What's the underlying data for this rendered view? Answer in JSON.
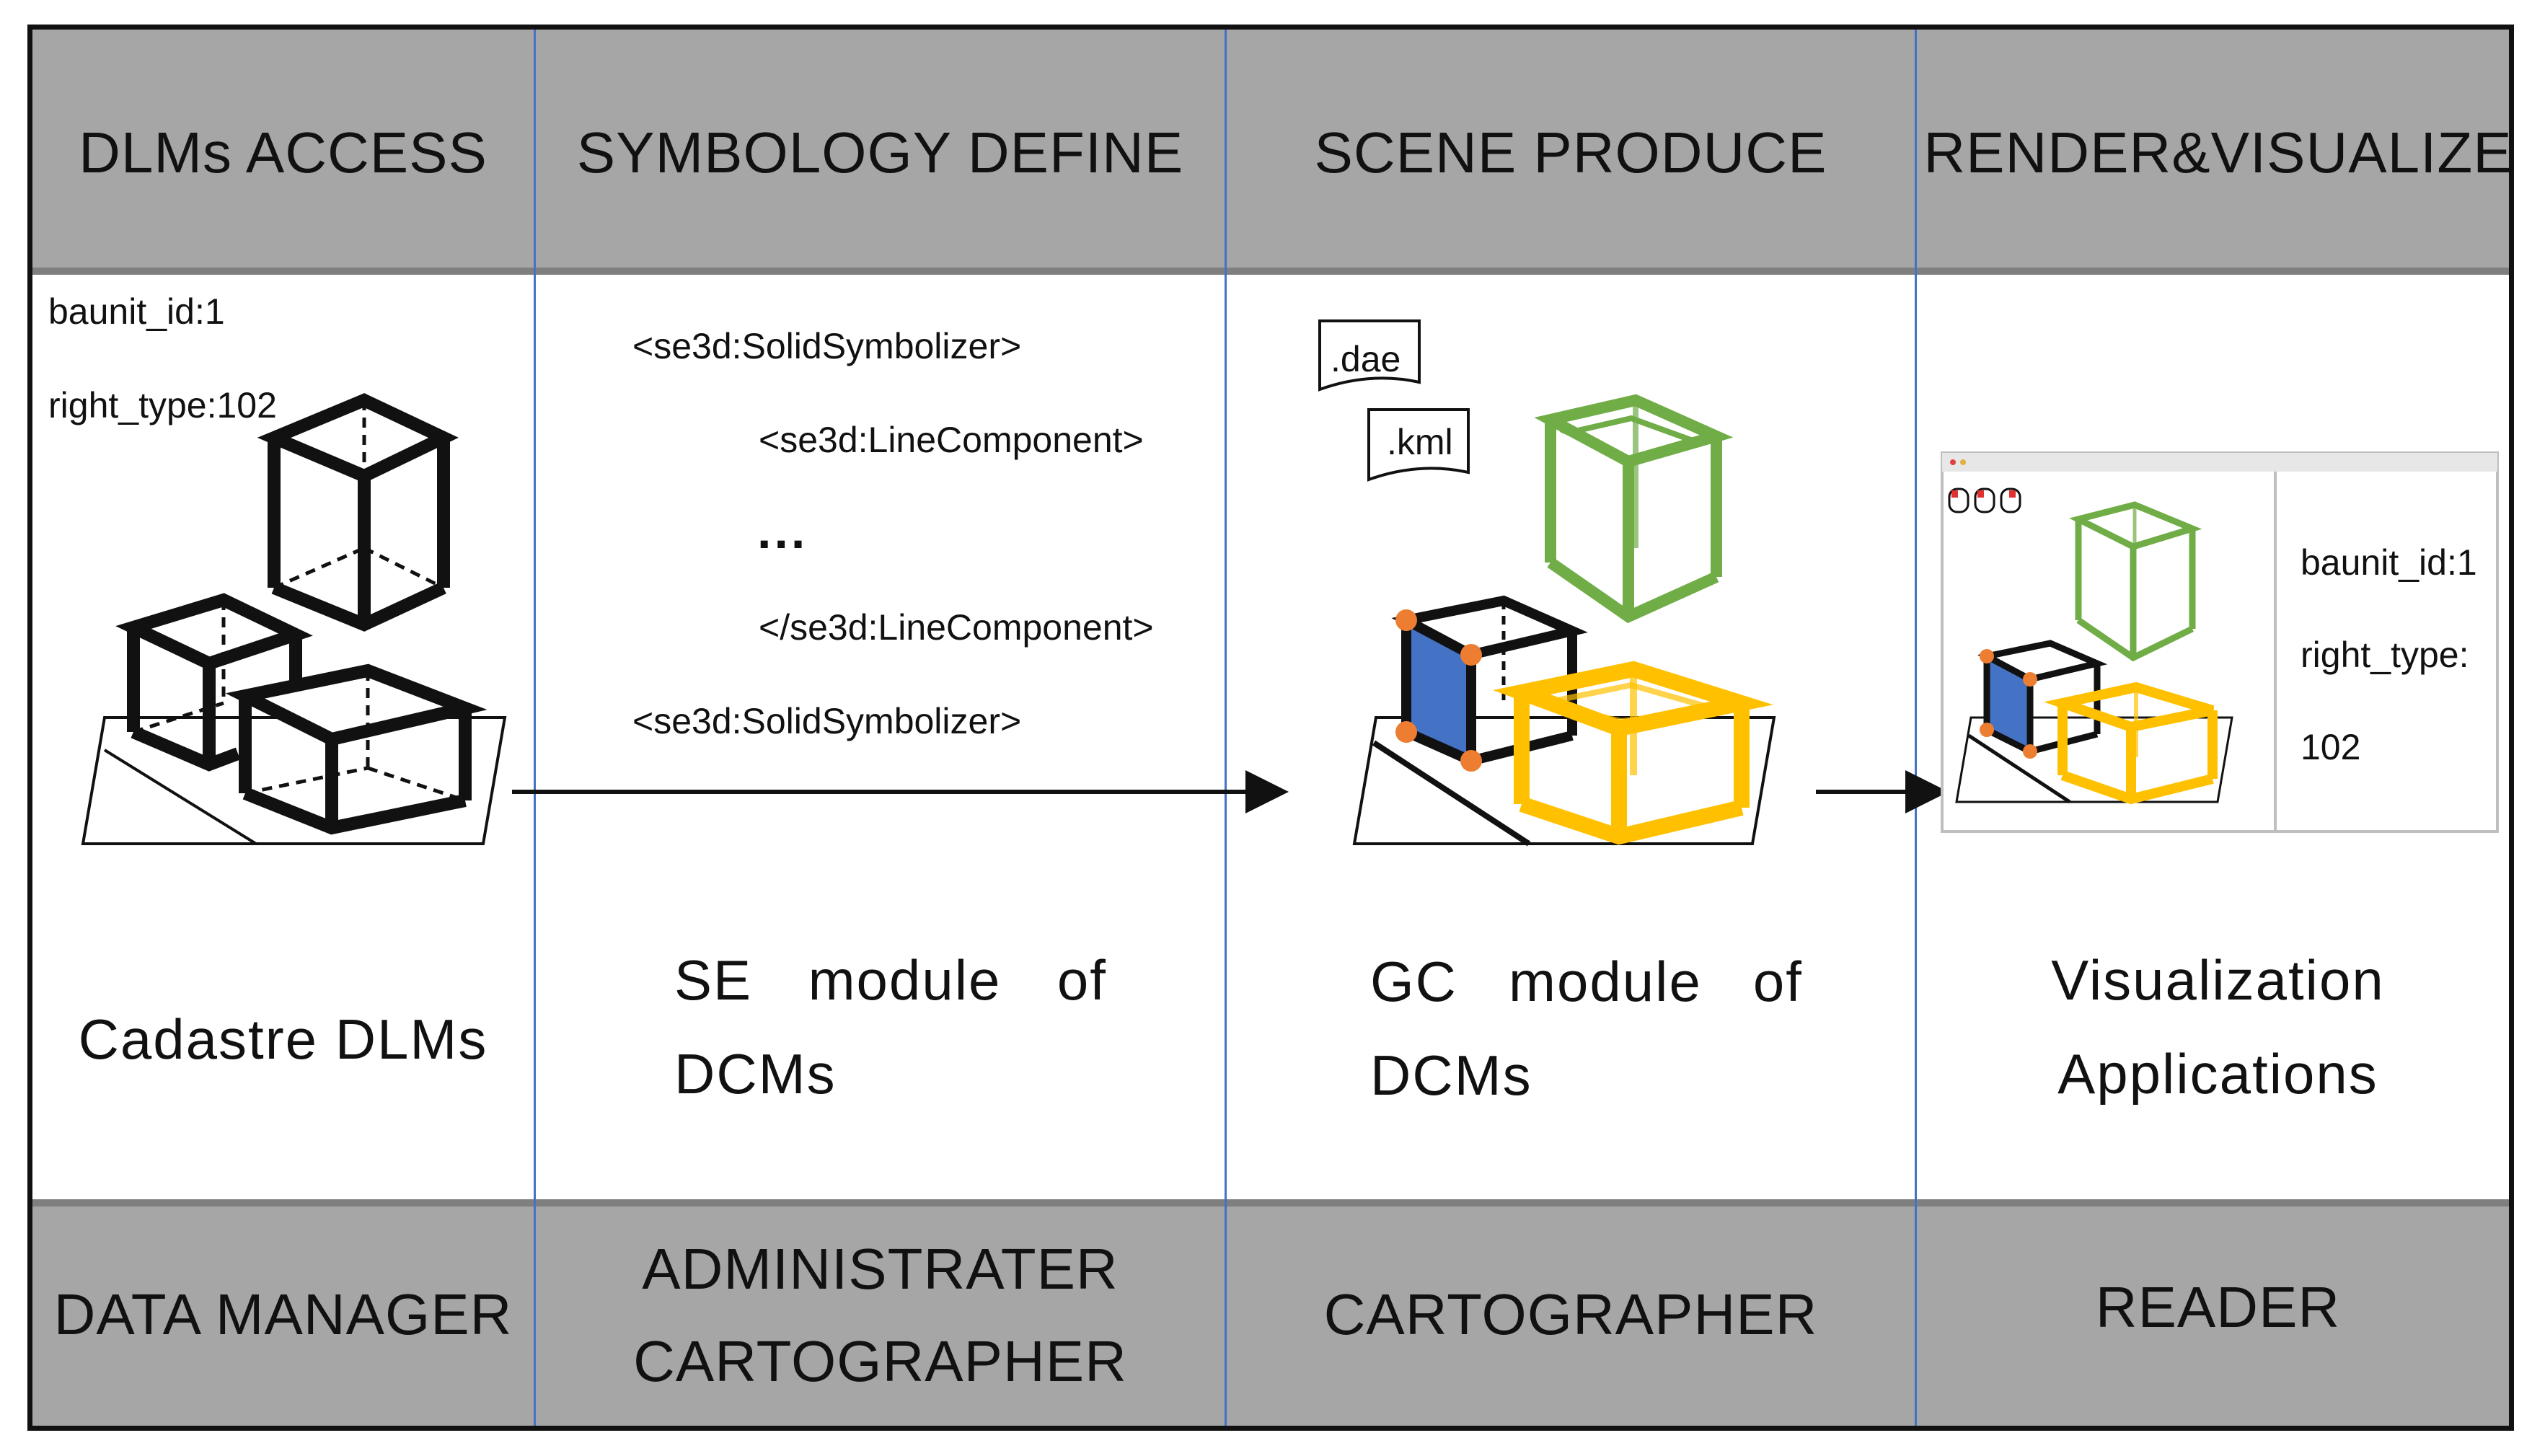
{
  "stages": [
    "DLMs ACCESS",
    "SYMBOLOGY DEFINE",
    "SCENE PRODUCE",
    "RENDER&VISUALIZE"
  ],
  "roles": {
    "data_manager": "DATA MANAGER",
    "administrater": "ADMINISTRATER",
    "cartographer_a": "CARTOGRAPHER",
    "cartographer_b": "CARTOGRAPHER",
    "reader": "READER"
  },
  "dlm": {
    "attr1": "baunit_id:1",
    "attr2": "right_type:102",
    "caption": "Cadastre DLMs"
  },
  "symbology": {
    "line1": "<se3d:SolidSymbolizer>",
    "line2": "<se3d:LineComponent>",
    "line3": "...",
    "line4": "</se3d:LineComponent>",
    "line5": "<se3d:SolidSymbolizer>",
    "caption_words": [
      "SE",
      "module",
      "of"
    ],
    "caption_line2": "DCMs"
  },
  "scene": {
    "file1": ".dae",
    "file2": ".kml",
    "caption_words": [
      "GC",
      "module",
      "of"
    ],
    "caption_line2": "DCMs"
  },
  "render": {
    "attr1": "baunit_id:1",
    "attr2": "right_type:",
    "attr3": "102",
    "caption_line1": "Visualization",
    "caption_line2": "Applications"
  },
  "colors": {
    "band": "#a6a6a6",
    "divider": "#4472c4",
    "green": "#70ad47",
    "yellow": "#ffc000",
    "blue": "#4472c4",
    "orange": "#ed7d31"
  }
}
